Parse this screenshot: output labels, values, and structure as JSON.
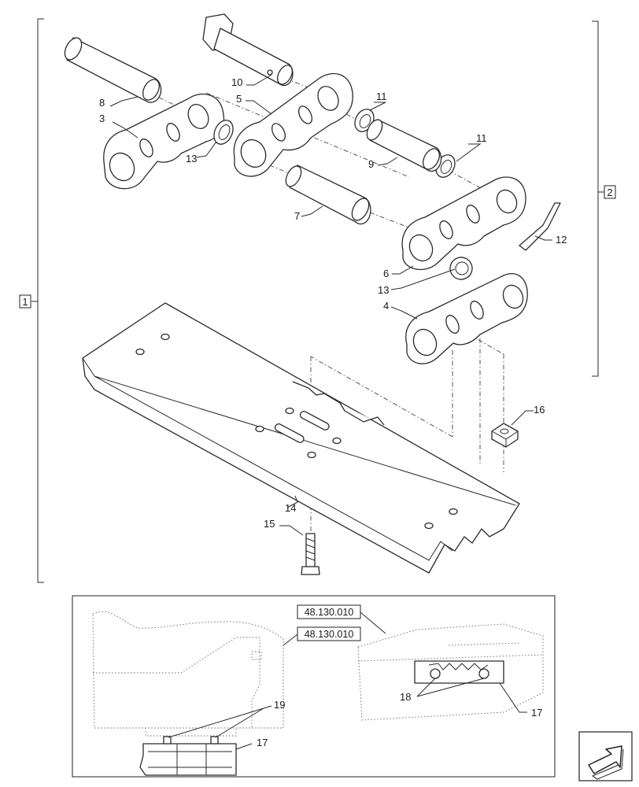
{
  "callouts": {
    "c1": "1",
    "c2": "2",
    "c3": "3",
    "c4": "4",
    "c5": "5",
    "c6": "6",
    "c7": "7",
    "c8": "8",
    "c9": "9",
    "c10": "10",
    "c11a": "11",
    "c11b": "11",
    "c12": "12",
    "c13a": "13",
    "c13b": "13",
    "c14": "14",
    "c15": "15",
    "c16": "16",
    "c17a": "17",
    "c17b": "17",
    "c18": "18",
    "c19": "19"
  },
  "references": {
    "ref_right": "48.130.010",
    "ref_left": "48.130.010"
  },
  "icons": {
    "nav": "next-page-arrow-icon"
  }
}
